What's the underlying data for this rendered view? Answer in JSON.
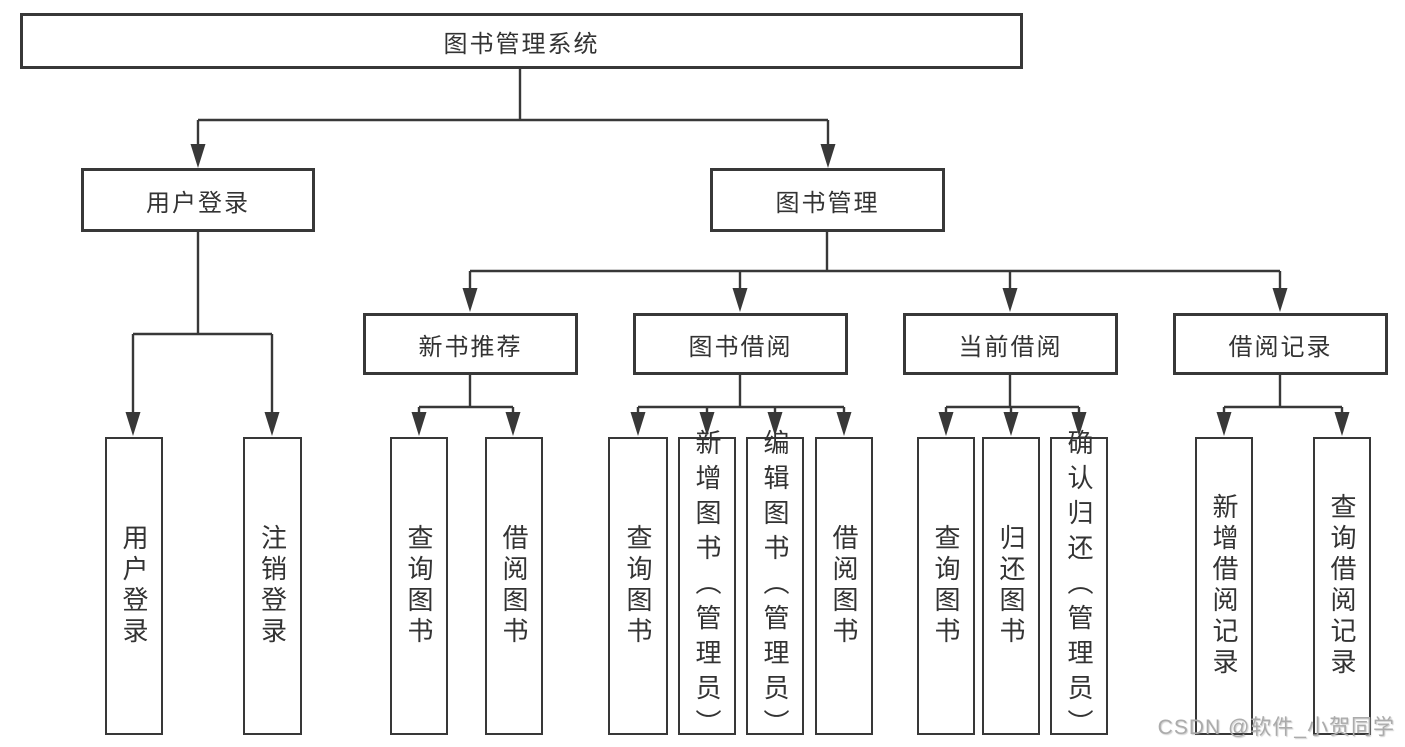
{
  "tree": {
    "root": "图书管理系统",
    "branches": [
      {
        "label": "用户登录",
        "children": [
          "用户登录",
          "注销登录"
        ]
      },
      {
        "label": "图书管理",
        "groups": [
          {
            "label": "新书推荐",
            "children": [
              "查询图书",
              "借阅图书"
            ]
          },
          {
            "label": "图书借阅",
            "children": [
              "查询图书",
              "新增图书（管理员）",
              "编辑图书（管理员）",
              "借阅图书"
            ]
          },
          {
            "label": "当前借阅",
            "children": [
              "查询图书",
              "归还图书",
              "确认归还（管理员）"
            ]
          },
          {
            "label": "借阅记录",
            "children": [
              "新增借阅记录",
              "查询借阅记录"
            ]
          }
        ]
      }
    ]
  },
  "watermark": "CSDN @软件_小贺同学",
  "colors": {
    "line": "#383838",
    "text": "#333333",
    "watermark": "#ababab",
    "background": "#ffffff"
  }
}
